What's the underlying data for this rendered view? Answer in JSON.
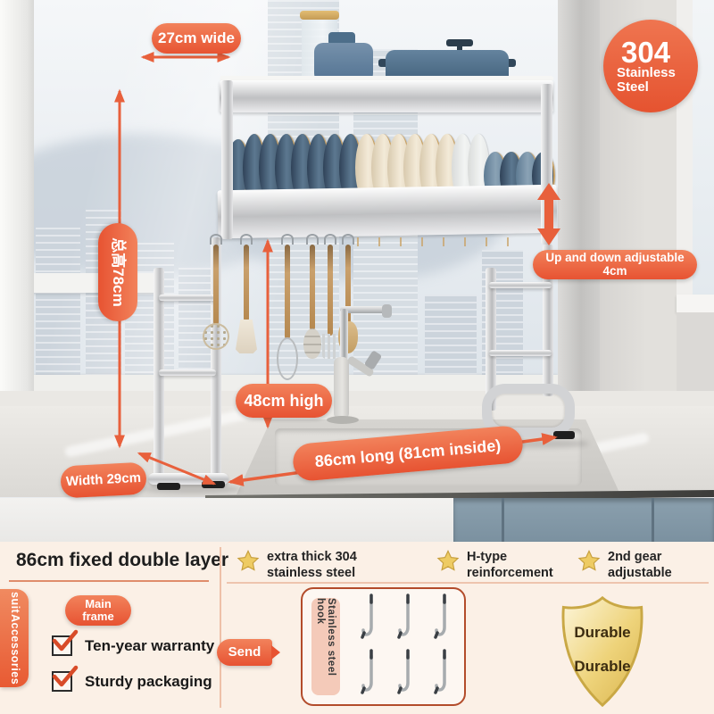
{
  "accent": "#e8603c",
  "photo": {
    "badge_304": {
      "line1": "304",
      "line2": "Stainless",
      "line3": "Steel"
    },
    "labels": {
      "width_top": "27cm wide",
      "total_height": "总高78cm",
      "adjustable": "Up and down adjustable 4cm",
      "height_48": "48cm high",
      "length": "86cm long (81cm inside)",
      "width_bottom": "Width 29cm"
    }
  },
  "info": {
    "title": "86cm fixed double layer",
    "features": [
      {
        "line1": "extra thick 304",
        "line2": "stainless steel"
      },
      {
        "line1": "H-type",
        "line2": "reinforcement"
      },
      {
        "line1": "2nd gear",
        "line2": "adjustable"
      }
    ],
    "suit_tab": {
      "line1": "suit",
      "line2": "Accessories"
    },
    "main_frame": {
      "line1": "Main",
      "line2": "frame"
    },
    "checklist": [
      "Ten-year warranty",
      "Sturdy packaging"
    ],
    "send_label": "Send",
    "hook_box": {
      "label": "Stainless steel hook",
      "hook_count": 6
    },
    "shield": {
      "line1": "Durable",
      "line2": "Durable"
    }
  }
}
